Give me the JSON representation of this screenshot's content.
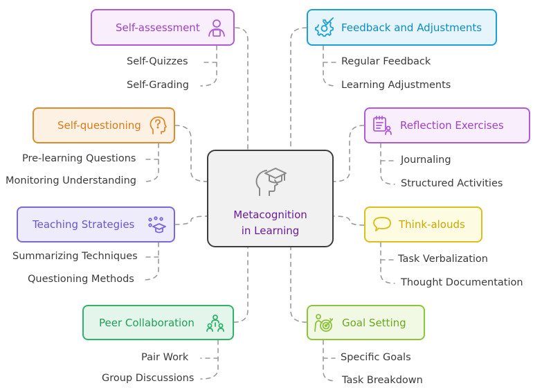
{
  "center": {
    "line1": "Metacognition",
    "line2": "in Learning",
    "icon": "head-mortarboard-icon"
  },
  "nodes": {
    "self_assessment": {
      "label": "Self-assessment",
      "icon": "person-clipboard-icon",
      "color": "#b05ad6",
      "items": [
        "Self-Quizzes",
        "Self-Grading"
      ]
    },
    "self_questioning": {
      "label": "Self-questioning",
      "icon": "head-question-icon",
      "color": "#e08a2c",
      "items": [
        "Pre-learning Questions",
        "Monitoring Understanding"
      ]
    },
    "teaching_strategies": {
      "label": "Teaching Strategies",
      "icon": "graduation-ideas-icon",
      "color": "#7b68d8",
      "items": [
        "Summarizing Techniques",
        "Questioning Methods"
      ]
    },
    "peer_collaboration": {
      "label": "Peer Collaboration",
      "icon": "group-people-icon",
      "color": "#2fb36b",
      "items": [
        "Pair Work",
        "Group Discussions"
      ]
    },
    "feedback_adjustments": {
      "label": "Feedback and Adjustments",
      "icon": "gear-check-icon",
      "color": "#1a9fd6",
      "items": [
        "Regular Feedback",
        "Learning Adjustments"
      ]
    },
    "reflection_exercises": {
      "label": "Reflection Exercises",
      "icon": "notes-person-icon",
      "color": "#b05ad6",
      "items": [
        "Journaling",
        "Structured Activities"
      ]
    },
    "think_alouds": {
      "label": "Think-alouds",
      "icon": "speech-bubble-icon",
      "color": "#d9bf1d",
      "items": [
        "Task Verbalization",
        "Thought Documentation"
      ]
    },
    "goal_setting": {
      "label": "Goal Setting",
      "icon": "person-target-icon",
      "color": "#8cc43a",
      "items": [
        "Specific Goals",
        "Task Breakdown"
      ]
    }
  }
}
